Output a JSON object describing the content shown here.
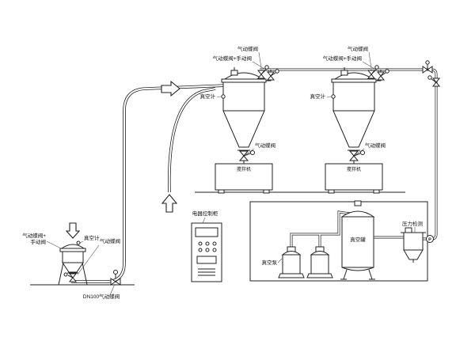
{
  "receivers": [
    {
      "valve_top_label": "气动蝶阀",
      "valve_combo_label": "气动蝶阀+手动阀",
      "gauge_label": "真空计",
      "discharge_valve_label": "气动蝶阀",
      "machine_label": "搅拌机"
    },
    {
      "valve_top_label": "气动蝶阀",
      "valve_combo_label": "气动蝶阀+手动阀",
      "gauge_label": "真空计",
      "discharge_valve_label": "气动蝶阀",
      "machine_label": "搅拌机"
    }
  ],
  "feeder": {
    "combo_valve_line1": "气动蝶阀+",
    "combo_valve_line2": "手动阀",
    "gauge_label": "真空计",
    "discharge_valve_label": "气动蝶阀",
    "line_valve_label": "DN100气动蝶阀"
  },
  "control_cabinet": {
    "label": "电器控制柜"
  },
  "vacuum_room": {
    "pump_label": "真空泵",
    "tank_label": "真空罐",
    "pressure_label": "压力检测",
    "pressure_symbol": "P"
  }
}
